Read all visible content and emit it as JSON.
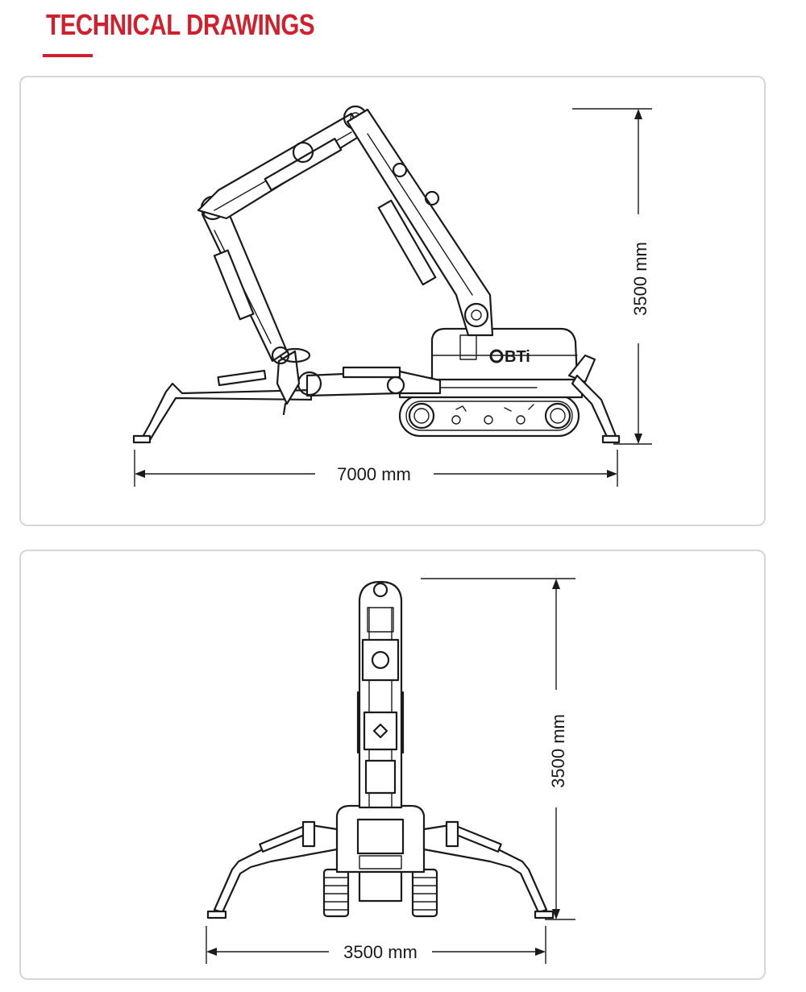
{
  "header": {
    "title": "TECHNICAL DRAWINGS",
    "accent_color": "#d0202e"
  },
  "side_view": {
    "height_label": "3500 mm",
    "width_label": "7000 mm",
    "brand_label": "BTi"
  },
  "front_view": {
    "height_label": "3500 mm",
    "width_label": "3500 mm"
  },
  "icons": {
    "brand_logo": "bti-logo-icon",
    "side_machine": "demolition-robot-side-drawing",
    "front_machine": "demolition-robot-front-drawing"
  }
}
